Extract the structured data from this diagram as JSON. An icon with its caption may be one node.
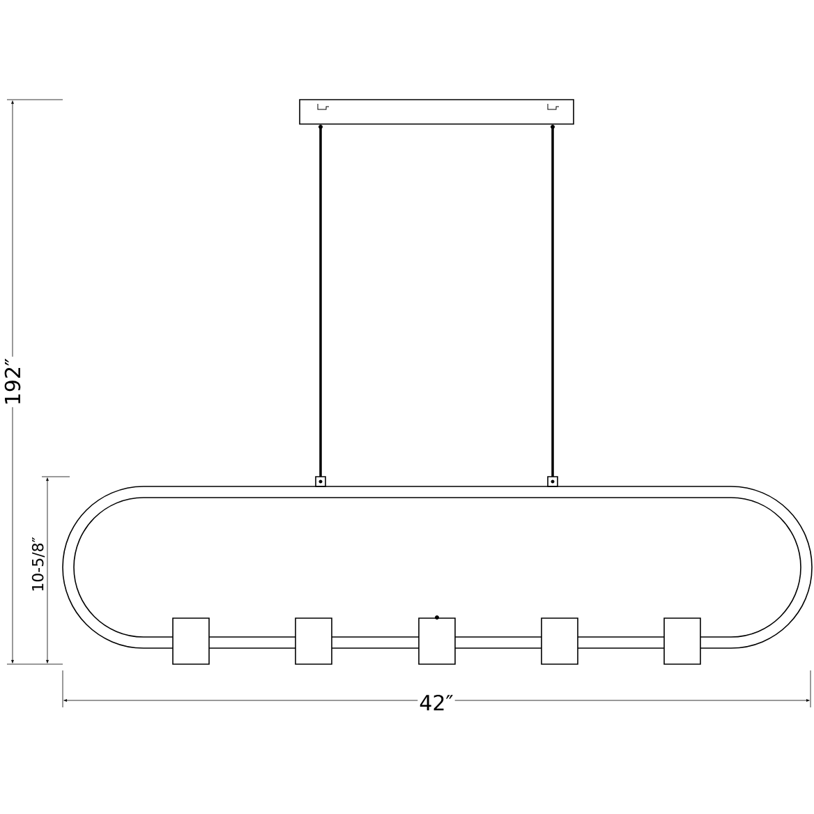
{
  "diagram": {
    "labels": [
      "192″",
      "10-5/8″",
      "42″"
    ]
  }
}
